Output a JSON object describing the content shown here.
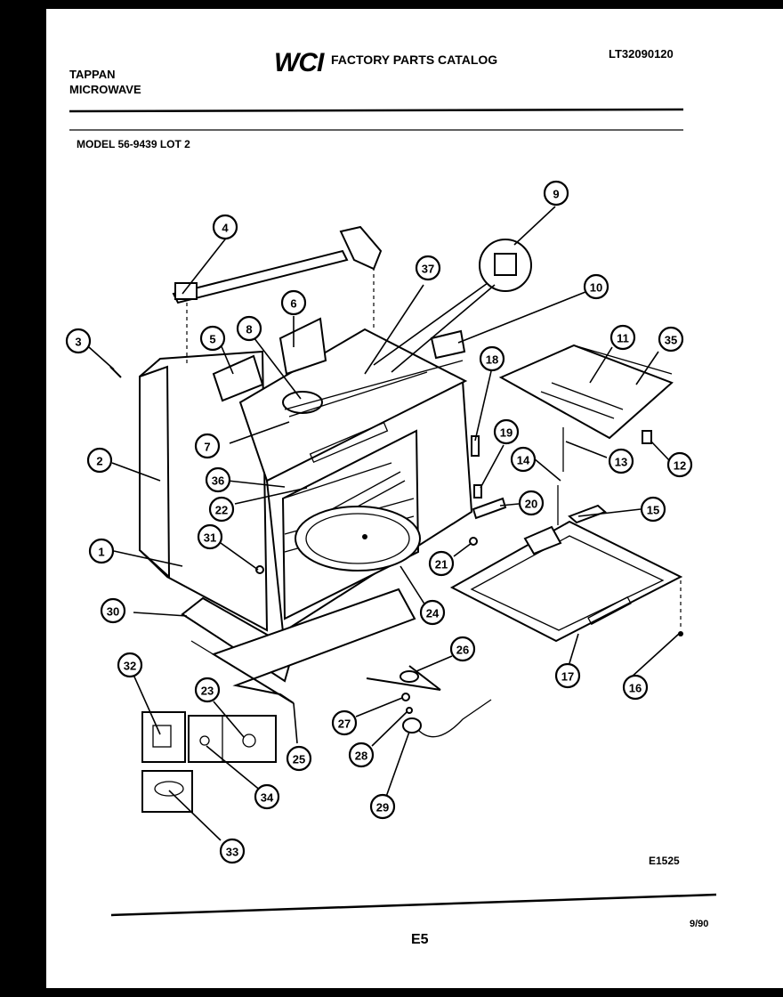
{
  "header": {
    "brand_line1": "TAPPAN",
    "brand_line2": "MICROWAVE",
    "logo_text": "WCI",
    "catalog_title": "FACTORY PARTS CATALOG",
    "catalog_number": "LT32090120",
    "model_line": "MODEL 56-9439 LOT 2"
  },
  "callouts": [
    "1",
    "2",
    "3",
    "4",
    "5",
    "6",
    "7",
    "8",
    "9",
    "10",
    "11",
    "12",
    "13",
    "14",
    "15",
    "16",
    "17",
    "18",
    "19",
    "20",
    "21",
    "22",
    "23",
    "24",
    "25",
    "26",
    "27",
    "28",
    "29",
    "30",
    "31",
    "32",
    "33",
    "34",
    "35",
    "36",
    "37"
  ],
  "footer": {
    "figure_code": "E1525",
    "page": "E5",
    "date": "9/90"
  }
}
